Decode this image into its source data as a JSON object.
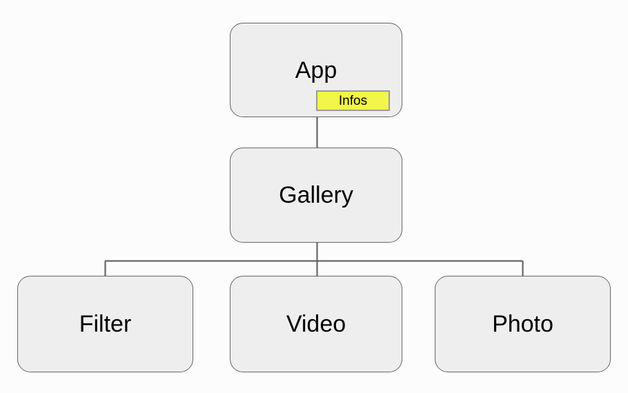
{
  "diagram": {
    "type": "tree",
    "title": "",
    "background_color": "#fcfcfc",
    "node_fill": "#eeeeee",
    "node_border": "#666666",
    "edge_color": "#666666",
    "text_color": "#000000",
    "badge_fill": "#f2f54a",
    "badge_border": "#9a9a9a",
    "nodes": [
      {
        "id": "app",
        "label": "App"
      },
      {
        "id": "gallery",
        "label": "Gallery"
      },
      {
        "id": "filter",
        "label": "Filter"
      },
      {
        "id": "video",
        "label": "Video"
      },
      {
        "id": "photo",
        "label": "Photo"
      }
    ],
    "badges": [
      {
        "id": "infos",
        "label": "Infos",
        "parent": "app"
      }
    ],
    "edges": [
      {
        "from": "app",
        "to": "gallery"
      },
      {
        "from": "gallery",
        "to": "filter"
      },
      {
        "from": "gallery",
        "to": "video"
      },
      {
        "from": "gallery",
        "to": "photo"
      }
    ]
  }
}
